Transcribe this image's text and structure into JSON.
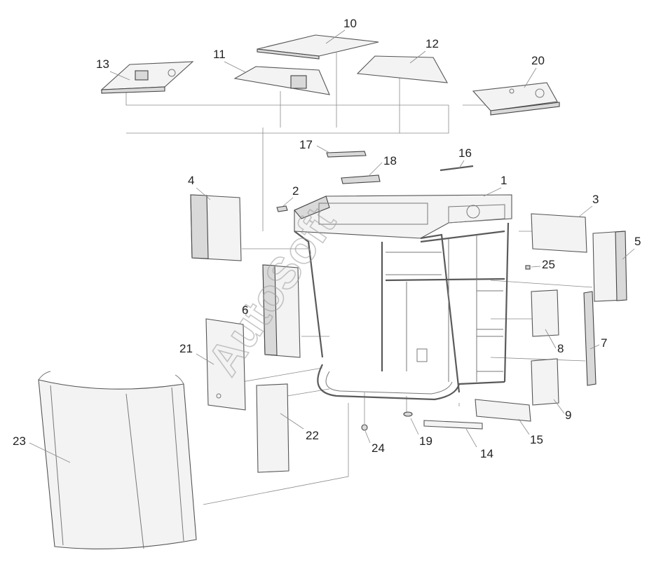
{
  "diagram": {
    "watermark": "AutoSoft",
    "callouts": [
      {
        "id": "c1",
        "text": "1"
      },
      {
        "id": "c2",
        "text": "2"
      },
      {
        "id": "c3",
        "text": "3"
      },
      {
        "id": "c4",
        "text": "4"
      },
      {
        "id": "c5",
        "text": "5"
      },
      {
        "id": "c6",
        "text": "6"
      },
      {
        "id": "c7",
        "text": "7"
      },
      {
        "id": "c8",
        "text": "8"
      },
      {
        "id": "c9",
        "text": "9"
      },
      {
        "id": "c10",
        "text": "10"
      },
      {
        "id": "c11",
        "text": "11"
      },
      {
        "id": "c12",
        "text": "12"
      },
      {
        "id": "c13",
        "text": "13"
      },
      {
        "id": "c14",
        "text": "14"
      },
      {
        "id": "c15",
        "text": "15"
      },
      {
        "id": "c16",
        "text": "16"
      },
      {
        "id": "c17",
        "text": "17"
      },
      {
        "id": "c18",
        "text": "18"
      },
      {
        "id": "c19",
        "text": "19"
      },
      {
        "id": "c20",
        "text": "20"
      },
      {
        "id": "c21",
        "text": "21"
      },
      {
        "id": "c22",
        "text": "22"
      },
      {
        "id": "c23",
        "text": "23"
      },
      {
        "id": "c24",
        "text": "24"
      },
      {
        "id": "c25",
        "text": "25"
      }
    ]
  }
}
